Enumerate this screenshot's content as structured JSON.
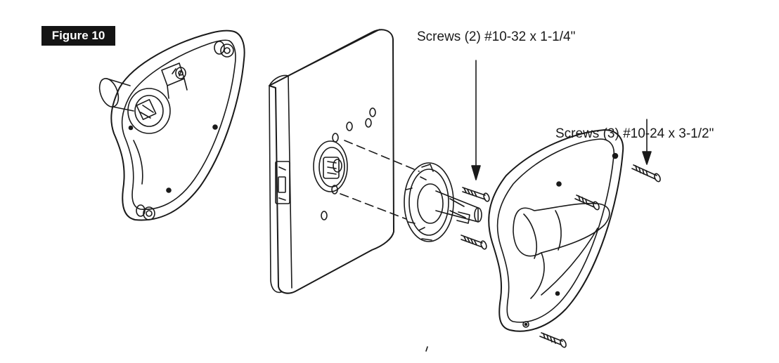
{
  "figure": {
    "label": "Figure 10"
  },
  "callouts": [
    {
      "text": "Screws (2) #10-32 x 1-1/4\""
    },
    {
      "text": "Screws (3) #10-24 x 3-1/2\""
    }
  ],
  "colors": {
    "line": "#1a1a1a",
    "badge_bg": "#141414",
    "badge_text": "#ffffff",
    "background": "#ffffff"
  }
}
